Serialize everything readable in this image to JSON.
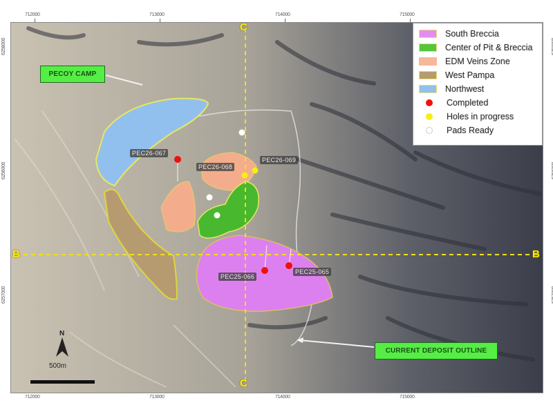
{
  "map": {
    "legend": {
      "items": [
        {
          "label": "South Breccia",
          "type": "area",
          "color": "#e58cf0"
        },
        {
          "label": "Center of Pit & Breccia",
          "type": "area",
          "color": "#55c63c"
        },
        {
          "label": "EDM Veins Zone",
          "type": "area",
          "color": "#f6b899"
        },
        {
          "label": "West Pampa",
          "type": "area",
          "color": "#b79a6e"
        },
        {
          "label": "Northwest",
          "type": "area",
          "color": "#92c0ee"
        },
        {
          "label": "Completed",
          "type": "point",
          "color": "#ee1111"
        },
        {
          "label": "Holes in progress",
          "type": "point",
          "color": "#f5f010"
        },
        {
          "label": "Pads Ready",
          "type": "point",
          "color": "#ffffff"
        }
      ]
    },
    "callouts": {
      "camp": "PECOY CAMP",
      "deposit": "CURRENT DEPOSIT OUTLINE"
    },
    "holes": [
      {
        "id": "PEC26-067",
        "status": "Completed"
      },
      {
        "id": "PEC26-068",
        "status": "Holes in progress"
      },
      {
        "id": "PEC26-069",
        "status": "Holes in progress"
      },
      {
        "id": "PEC25-066",
        "status": "Completed"
      },
      {
        "id": "PEC25-065",
        "status": "Completed"
      }
    ],
    "sections": {
      "c_top": "C",
      "c_bottom": "C",
      "b_left": "B",
      "b_right": "B"
    },
    "x_ticks": [
      "712000",
      "713000",
      "714000",
      "715000"
    ],
    "y_ticks": [
      "6258000",
      "6256000",
      "6257000"
    ],
    "scale_bar": "500m",
    "north": "N"
  }
}
